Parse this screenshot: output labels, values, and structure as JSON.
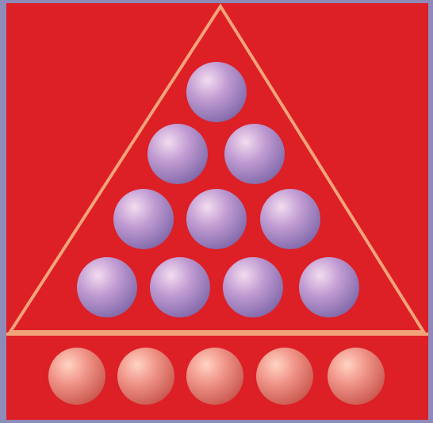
{
  "colors": {
    "frame": "#8f8ab8",
    "panel": "#dd1f26",
    "triangle_stroke": "#f2a37a",
    "purple_ball_light": "#f3dcef",
    "purple_ball_mid": "#c09bd2",
    "purple_ball_dark": "#8169aa",
    "red_ball_light": "#ffd3c3",
    "red_ball_mid": "#f09488",
    "red_ball_dark": "#c9584f"
  },
  "counts": {
    "triangle_rows": [
      1,
      2,
      3,
      4
    ],
    "bottom_row": 5
  }
}
